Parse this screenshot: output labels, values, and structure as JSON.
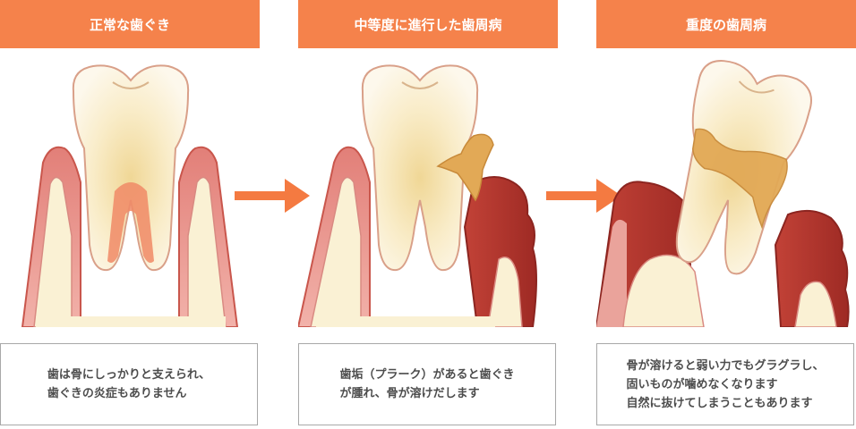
{
  "colors": {
    "title_bg": "#f5824b",
    "arrow": "#f47a41",
    "gum_pink": "#e9a39d",
    "gum_inflamed": "#b2352d",
    "bone": "#faf1d4",
    "tooth": "#fbf4e0",
    "plaque": "#e2a956",
    "caption_border": "#a8a8a8"
  },
  "panels": [
    {
      "id": "normal",
      "title": "正常な歯ぐき",
      "caption": [
        "歯は骨にしっかりと支えられ、",
        "歯ぐきの炎症もありません"
      ]
    },
    {
      "id": "moderate",
      "title": "中等度に進行した歯周病",
      "caption": [
        "歯垢（プラーク）があると歯ぐき",
        "が腫れ、骨が溶けだします"
      ]
    },
    {
      "id": "severe",
      "title": "重度の歯周病",
      "caption": [
        "骨が溶けると弱い力でもグラグラし、",
        "固いものが噛めなくなります",
        "自然に抜けてしまうこともあります"
      ]
    }
  ],
  "arrows": [
    {
      "icon": "right-arrow-icon"
    },
    {
      "icon": "right-arrow-icon"
    }
  ]
}
